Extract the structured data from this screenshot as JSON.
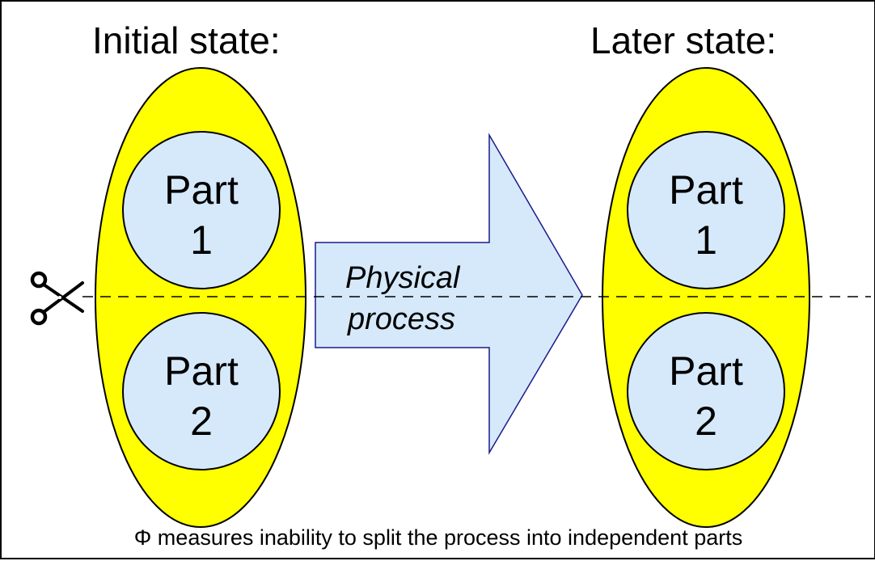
{
  "headings": {
    "initial": "Initial state:",
    "later": "Later state:"
  },
  "initial_state": {
    "part1": {
      "word": "Part",
      "number": "1"
    },
    "part2": {
      "word": "Part",
      "number": "2"
    }
  },
  "later_state": {
    "part1": {
      "word": "Part",
      "number": "1"
    },
    "part2": {
      "word": "Part",
      "number": "2"
    }
  },
  "arrow": {
    "line1": "Physical",
    "line2": "process"
  },
  "caption": "Φ measures inability to split the process into independent parts",
  "icons": {
    "cut": "scissors-icon"
  },
  "colors": {
    "state_fill": "#ffff00",
    "part_fill": "#d6e9fa",
    "arrow_fill": "#d6e9fa",
    "arrow_stroke": "#1a1a8c",
    "outline": "#000000"
  }
}
